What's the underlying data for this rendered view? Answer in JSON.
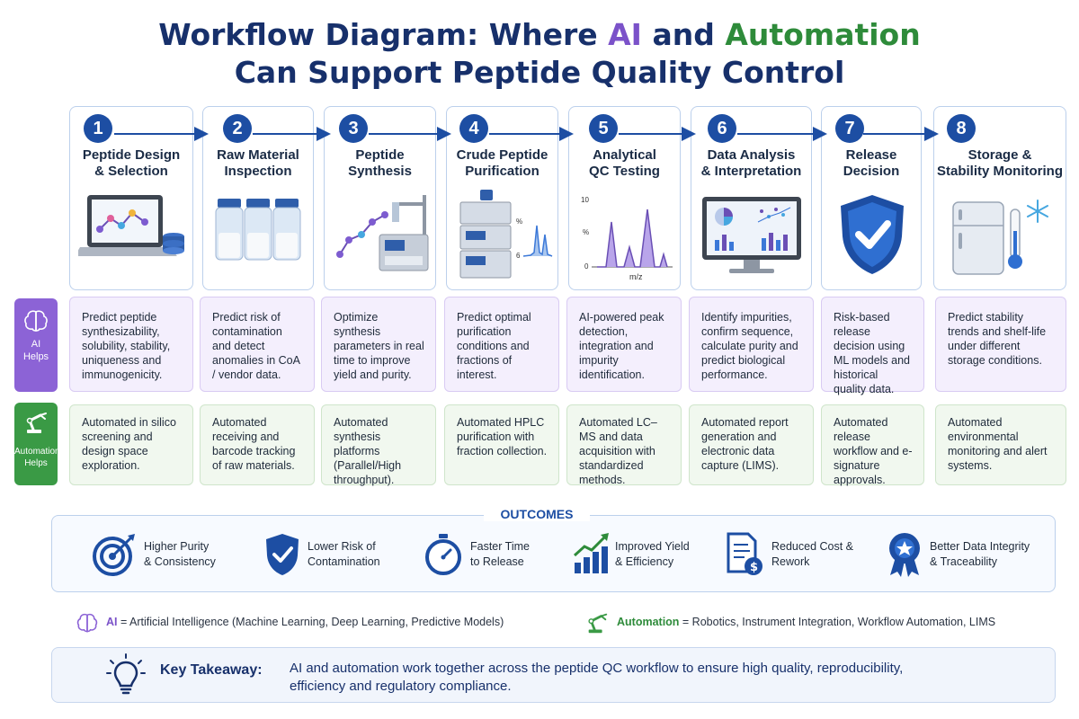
{
  "title": {
    "prefix": "Workflow Diagram: Where ",
    "ai": "AI",
    "middle": " and ",
    "automation": "Automation",
    "line2": "Can Support Peptide Quality Control"
  },
  "steps": [
    {
      "number": "1",
      "title": "Peptide Design\n& Selection"
    },
    {
      "number": "2",
      "title": "Raw Material\nInspection"
    },
    {
      "number": "3",
      "title": "Peptide\nSynthesis"
    },
    {
      "number": "4",
      "title": "Crude Peptide\nPurification"
    },
    {
      "number": "5",
      "title": "Analytical\nQC Testing"
    },
    {
      "number": "6",
      "title": "Data Analysis\n& Interpretation"
    },
    {
      "number": "7",
      "title": "Release\nDecision"
    },
    {
      "number": "8",
      "title": "Storage &\nStability Monitoring"
    }
  ],
  "illustration_labels": {
    "purification_axis": "%",
    "purification_tick": "6",
    "ms_y_top": "10",
    "ms_y_mid": "%",
    "ms_y_zero": "0",
    "ms_x": "m/z"
  },
  "ai_row": {
    "label": "AI\nHelps",
    "cells": [
      "Predict peptide synthesizability, solubility, stability, uniqueness and immunogenicity.",
      "Predict risk of contamination and detect anomalies in CoA / vendor data.",
      "Optimize synthesis parameters in real time to improve yield and purity.",
      "Predict optimal purification conditions and fractions of interest.",
      "AI-powered peak detection, integration and impurity identification.",
      "Identify impurities, confirm sequence, calculate purity and predict biological performance.",
      "Risk-based release decision using ML models and historical quality data.",
      "Predict stability trends and shelf-life under different storage conditions."
    ]
  },
  "automation_row": {
    "label": "Automation\nHelps",
    "cells": [
      "Automated in silico screening and design space exploration.",
      "Automated receiving and barcode tracking of raw materials.",
      "Automated synthesis platforms (Parallel/High throughput).",
      "Automated HPLC purification with fraction collection.",
      "Automated LC–MS and data acquisition with standardized methods.",
      "Automated report generation and electronic data capture (LIMS).",
      "Automated release workflow and e-signature approvals.",
      "Automated environmental monitoring and alert systems."
    ]
  },
  "outcomes": {
    "title": "OUTCOMES",
    "items": [
      {
        "icon": "target-icon",
        "text": "Higher Purity\n& Consistency"
      },
      {
        "icon": "shield-check-icon",
        "text": "Lower Risk of\nContamination"
      },
      {
        "icon": "stopwatch-icon",
        "text": "Faster Time\nto Release"
      },
      {
        "icon": "growth-chart-icon",
        "text": "Improved Yield\n& Efficiency"
      },
      {
        "icon": "cost-document-icon",
        "text": "Reduced Cost &\nRework"
      },
      {
        "icon": "award-ribbon-icon",
        "text": "Better Data Integrity\n& Traceability"
      }
    ]
  },
  "legend": {
    "ai_term": "AI",
    "ai_def": " = Artificial Intelligence (Machine Learning, Deep Learning, Predictive Models)",
    "auto_term": "Automation",
    "auto_def": " = Robotics, Instrument Integration, Workflow Automation, LIMS"
  },
  "takeaway": {
    "heading": "Key Takeaway:",
    "text": "AI and automation work together across the peptide QC workflow to ensure high quality, reproducibility, efficiency and regulatory compliance."
  },
  "colors": {
    "navy": "#17306b",
    "step_badge": "#1d4ea3",
    "ai_purple": "#8c63d6",
    "automation_green": "#3a9a45",
    "ai_cell_bg": "#f4effd",
    "automation_cell_bg": "#f1f8ef"
  }
}
